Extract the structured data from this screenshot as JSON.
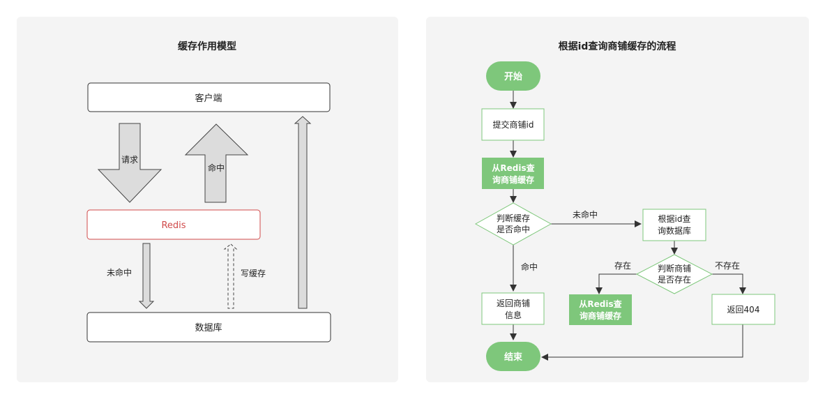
{
  "left": {
    "title": "缓存作用模型",
    "client": "客户端",
    "redis": "Redis",
    "database": "数据库",
    "request": "请求",
    "hit": "命中",
    "miss": "未命中",
    "write_cache": "写缓存"
  },
  "right": {
    "title": "根据id查询商铺缓存的流程",
    "start": "开始",
    "submit": [
      "提交商铺id"
    ],
    "query_redis": [
      "从Redis查",
      "询商铺缓存"
    ],
    "judge_hit": [
      "判断缓存",
      "是否命中"
    ],
    "miss_label": "未命中",
    "hit_label": "命中",
    "query_db": [
      "根据id查",
      "询数据库"
    ],
    "judge_exist": [
      "判断商铺",
      "是否存在"
    ],
    "exist_label": "存在",
    "not_exist_label": "不存在",
    "return_info": [
      "返回商铺",
      "信息"
    ],
    "write_redis": [
      "从Redis查",
      "询商铺缓存"
    ],
    "return_404": [
      "返回404"
    ],
    "end": "结束"
  },
  "colors": {
    "green": "#7ec77b",
    "green_border": "#67b865",
    "red": "#d04a4a",
    "panel_bg": "#f4f4f4"
  }
}
